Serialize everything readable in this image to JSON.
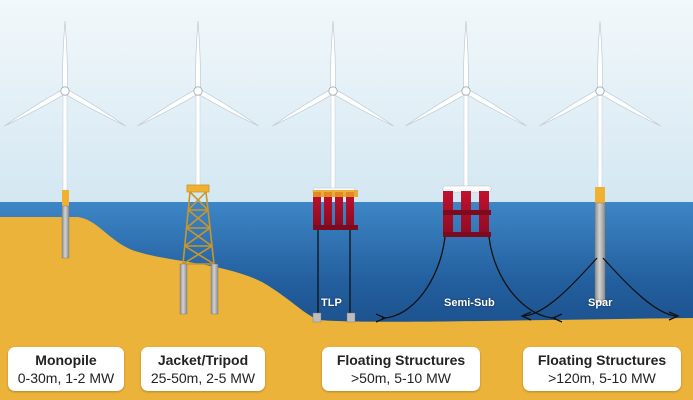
{
  "labels": {
    "monopile": {
      "title": "Monopile",
      "spec": "0-30m, 1-2 MW"
    },
    "jacket": {
      "title": "Jacket/Tripod",
      "spec": "25-50m, 2-5 MW"
    },
    "floating_mid": {
      "title": "Floating Structures",
      "spec": ">50m, 5-10 MW"
    },
    "floating_deep": {
      "title": "Floating Structures",
      "spec": ">120m, 5-10 MW"
    }
  },
  "platforms": {
    "tlp": "TLP",
    "semisub": "Semi-Sub",
    "spar": "Spar"
  },
  "colors": {
    "sky": "#dfeef6",
    "sea": "#1f5f9f",
    "seabed": "#ecb33b",
    "float_red": "#b3102b",
    "transition": "#f0b030",
    "tower": "#ffffff"
  }
}
